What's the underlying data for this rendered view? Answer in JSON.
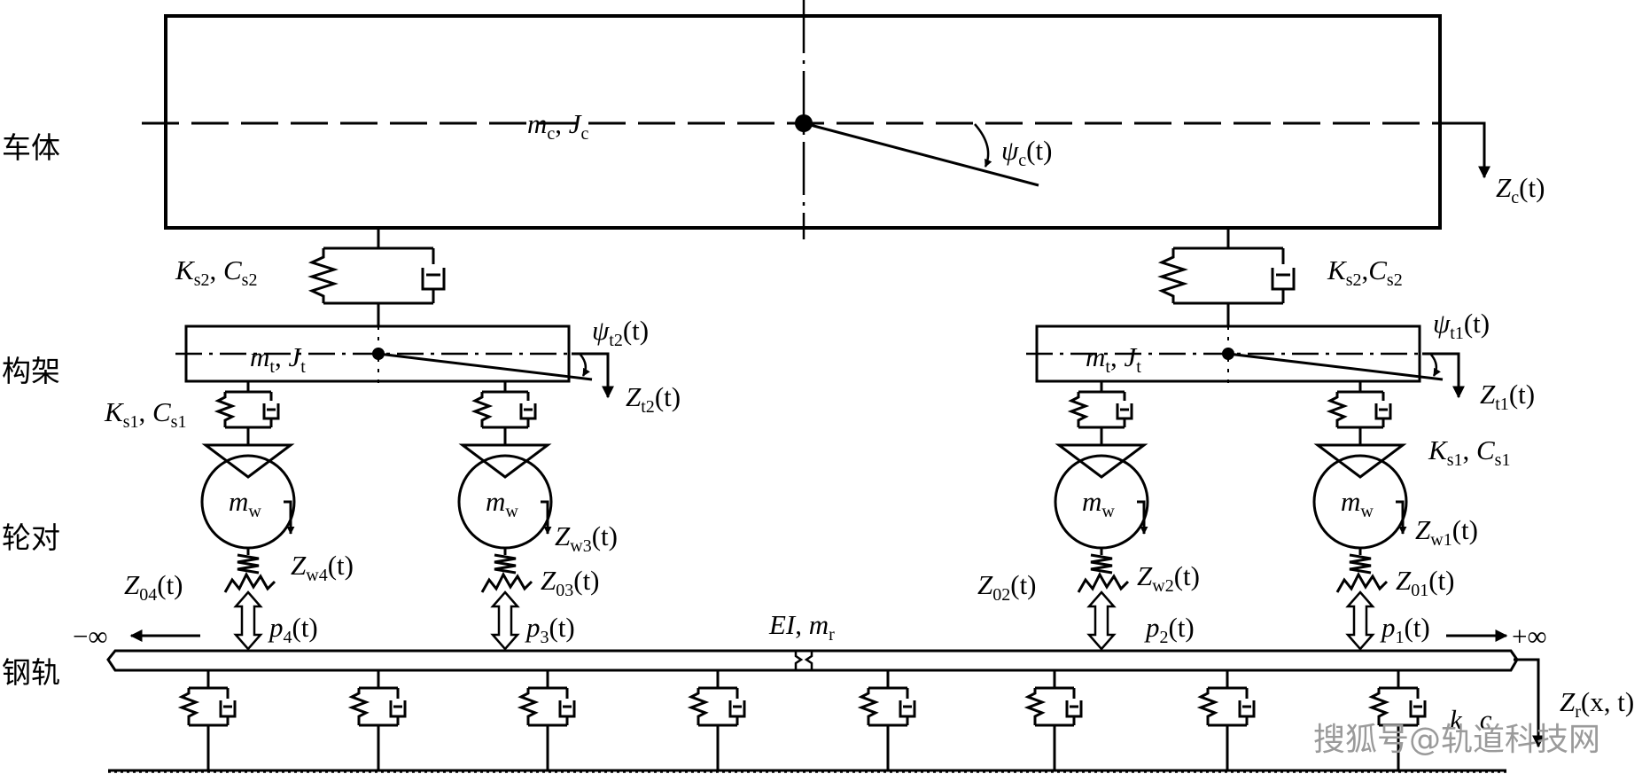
{
  "side_labels": {
    "carbody": "车体",
    "bogie": "构架",
    "wheelset": "轮对",
    "rail": "钢轨"
  },
  "carbody": {
    "mass_label": "m",
    "mass_sub": "c",
    "inertia_label": "J",
    "inertia_sub": "c",
    "pitch_label": "ψ",
    "pitch_sub": "c",
    "pitch_arg": "(t)",
    "bounce_label": "Z",
    "bounce_sub": "c",
    "bounce_arg": "(t)"
  },
  "secondary_suspension": {
    "stiffness_label": "K",
    "stiffness_sub": "s2",
    "damping_label": "C",
    "damping_sub": "s2"
  },
  "bogies": [
    {
      "mass_label": "m",
      "mass_sub": "t",
      "inertia_label": "J",
      "inertia_sub": "t",
      "pitch_label": "ψ",
      "pitch_sub": "t2",
      "pitch_arg": "(t)",
      "bounce_label": "Z",
      "bounce_sub": "t2",
      "bounce_arg": "(t)"
    },
    {
      "mass_label": "m",
      "mass_sub": "t",
      "inertia_label": "J",
      "inertia_sub": "t",
      "pitch_label": "ψ",
      "pitch_sub": "t1",
      "pitch_arg": "(t)",
      "bounce_label": "Z",
      "bounce_sub": "t1",
      "bounce_arg": "(t)"
    }
  ],
  "primary_suspension": {
    "stiffness_label": "K",
    "stiffness_sub": "s1",
    "damping_label": "C",
    "damping_sub": "s1"
  },
  "wheelsets": [
    {
      "mass_label": "m",
      "mass_sub": "w",
      "disp_label": "Z",
      "disp_sub": "w4",
      "irreg_sub": "04",
      "force_label": "p",
      "force_sub": "4",
      "arg": "(t)"
    },
    {
      "mass_label": "m",
      "mass_sub": "w",
      "disp_label": "Z",
      "disp_sub": "w3",
      "irreg_sub": "03",
      "force_label": "p",
      "force_sub": "3",
      "arg": "(t)"
    },
    {
      "mass_label": "m",
      "mass_sub": "w",
      "disp_label": "Z",
      "disp_sub": "w2",
      "irreg_sub": "02",
      "force_label": "p",
      "force_sub": "2",
      "arg": "(t)"
    },
    {
      "mass_label": "m",
      "mass_sub": "w",
      "disp_label": "Z",
      "disp_sub": "w1",
      "irreg_sub": "01",
      "force_label": "p",
      "force_sub": "1",
      "arg": "(t)"
    }
  ],
  "rail": {
    "beam_label": "EI",
    "mass_label": "m",
    "mass_sub": "r",
    "neg_inf": "−∞",
    "pos_inf": "+∞",
    "disp_label": "Z",
    "disp_sub": "r",
    "disp_arg": "(x, t)",
    "support_stiffness": "k",
    "support_damping": "c"
  },
  "watermark": "搜狐号@轨道科技网"
}
